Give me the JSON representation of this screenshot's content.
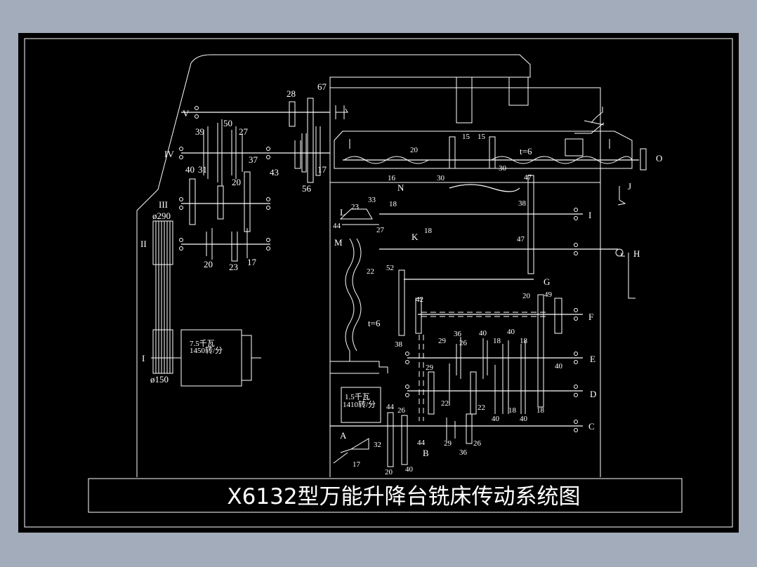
{
  "title": "X6132型万能升降台铣床传动系统图",
  "main_motor": {
    "power": "7.5千瓦",
    "speed": "1450转/分"
  },
  "feed_motor": {
    "power": "1.5千瓦",
    "speed": "1410转/分"
  },
  "pulleys": {
    "top": "ø290",
    "bottom": "ø150"
  },
  "pitch_label": "t=6",
  "shaft_labels": {
    "I": "I",
    "II": "II",
    "III": "III",
    "IV": "IV",
    "V": "V",
    "A": "A",
    "B": "B",
    "C": "C",
    "D": "D",
    "E": "E",
    "F": "F",
    "G": "G",
    "H": "H",
    "I_right": "I",
    "J": "J",
    "K": "K",
    "L": "L",
    "M": "M",
    "N": "N",
    "O": "O"
  },
  "gear_numbers": {
    "g28": "28",
    "g67": "67",
    "g39": "39",
    "g50": "50",
    "g27a": "27",
    "g40a": "40",
    "g31": "31",
    "g37": "37",
    "g20a": "20",
    "g43": "43",
    "g17a": "17",
    "g56": "56",
    "g20b": "20",
    "g23a": "23",
    "g17b": "17",
    "g15a": "15",
    "g15b": "15",
    "g20c": "20",
    "g30a": "30",
    "g30b": "30",
    "g16": "16",
    "g33": "33",
    "g23b": "23",
    "g18a": "18",
    "g44a": "44",
    "g27b": "27",
    "g18b": "18",
    "g22a": "22",
    "g47a": "47",
    "g38a": "38",
    "g47b": "47",
    "g20d": "20",
    "g52": "52",
    "g49": "49",
    "g42": "42",
    "g38b": "38",
    "g36a": "36",
    "g29a": "29",
    "g26a": "26",
    "g40b": "40",
    "g40c": "40",
    "g18c": "18",
    "g18d": "18",
    "g40d": "40",
    "g29b": "29",
    "g22b": "22",
    "g22c": "22",
    "g40e": "40",
    "g18e": "18",
    "g40f": "40",
    "g18f": "18",
    "g44b": "44",
    "g26b": "26",
    "g32": "32",
    "g44c": "44",
    "g17c": "17",
    "g20e": "20",
    "g40g": "40",
    "g29c": "29",
    "g36b": "36",
    "g26c": "26"
  }
}
